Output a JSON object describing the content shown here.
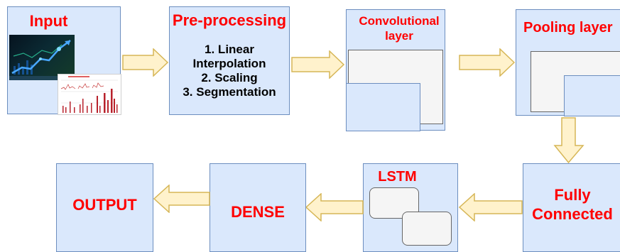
{
  "nodes": {
    "input": {
      "label": "Input"
    },
    "preprocessing": {
      "label": "Pre-processing",
      "steps": [
        "1. Linear",
        "Interpolation",
        "2. Scaling",
        "3. Segmentation"
      ]
    },
    "convolutional": {
      "label_line1": "Convolutional",
      "label_line2": "layer"
    },
    "pooling": {
      "label": "Pooling layer"
    },
    "fully_connected": {
      "label_line1": "Fully",
      "label_line2": "Connected"
    },
    "lstm": {
      "label": "LSTM"
    },
    "dense": {
      "label": "DENSE"
    },
    "output": {
      "label": "OUTPUT"
    }
  },
  "colors": {
    "box_fill": "#dae8fc",
    "box_border": "#6c8ebf",
    "title_text": "#ff0000",
    "arrow_fill": "#fff2cc",
    "arrow_border": "#d6b656"
  }
}
